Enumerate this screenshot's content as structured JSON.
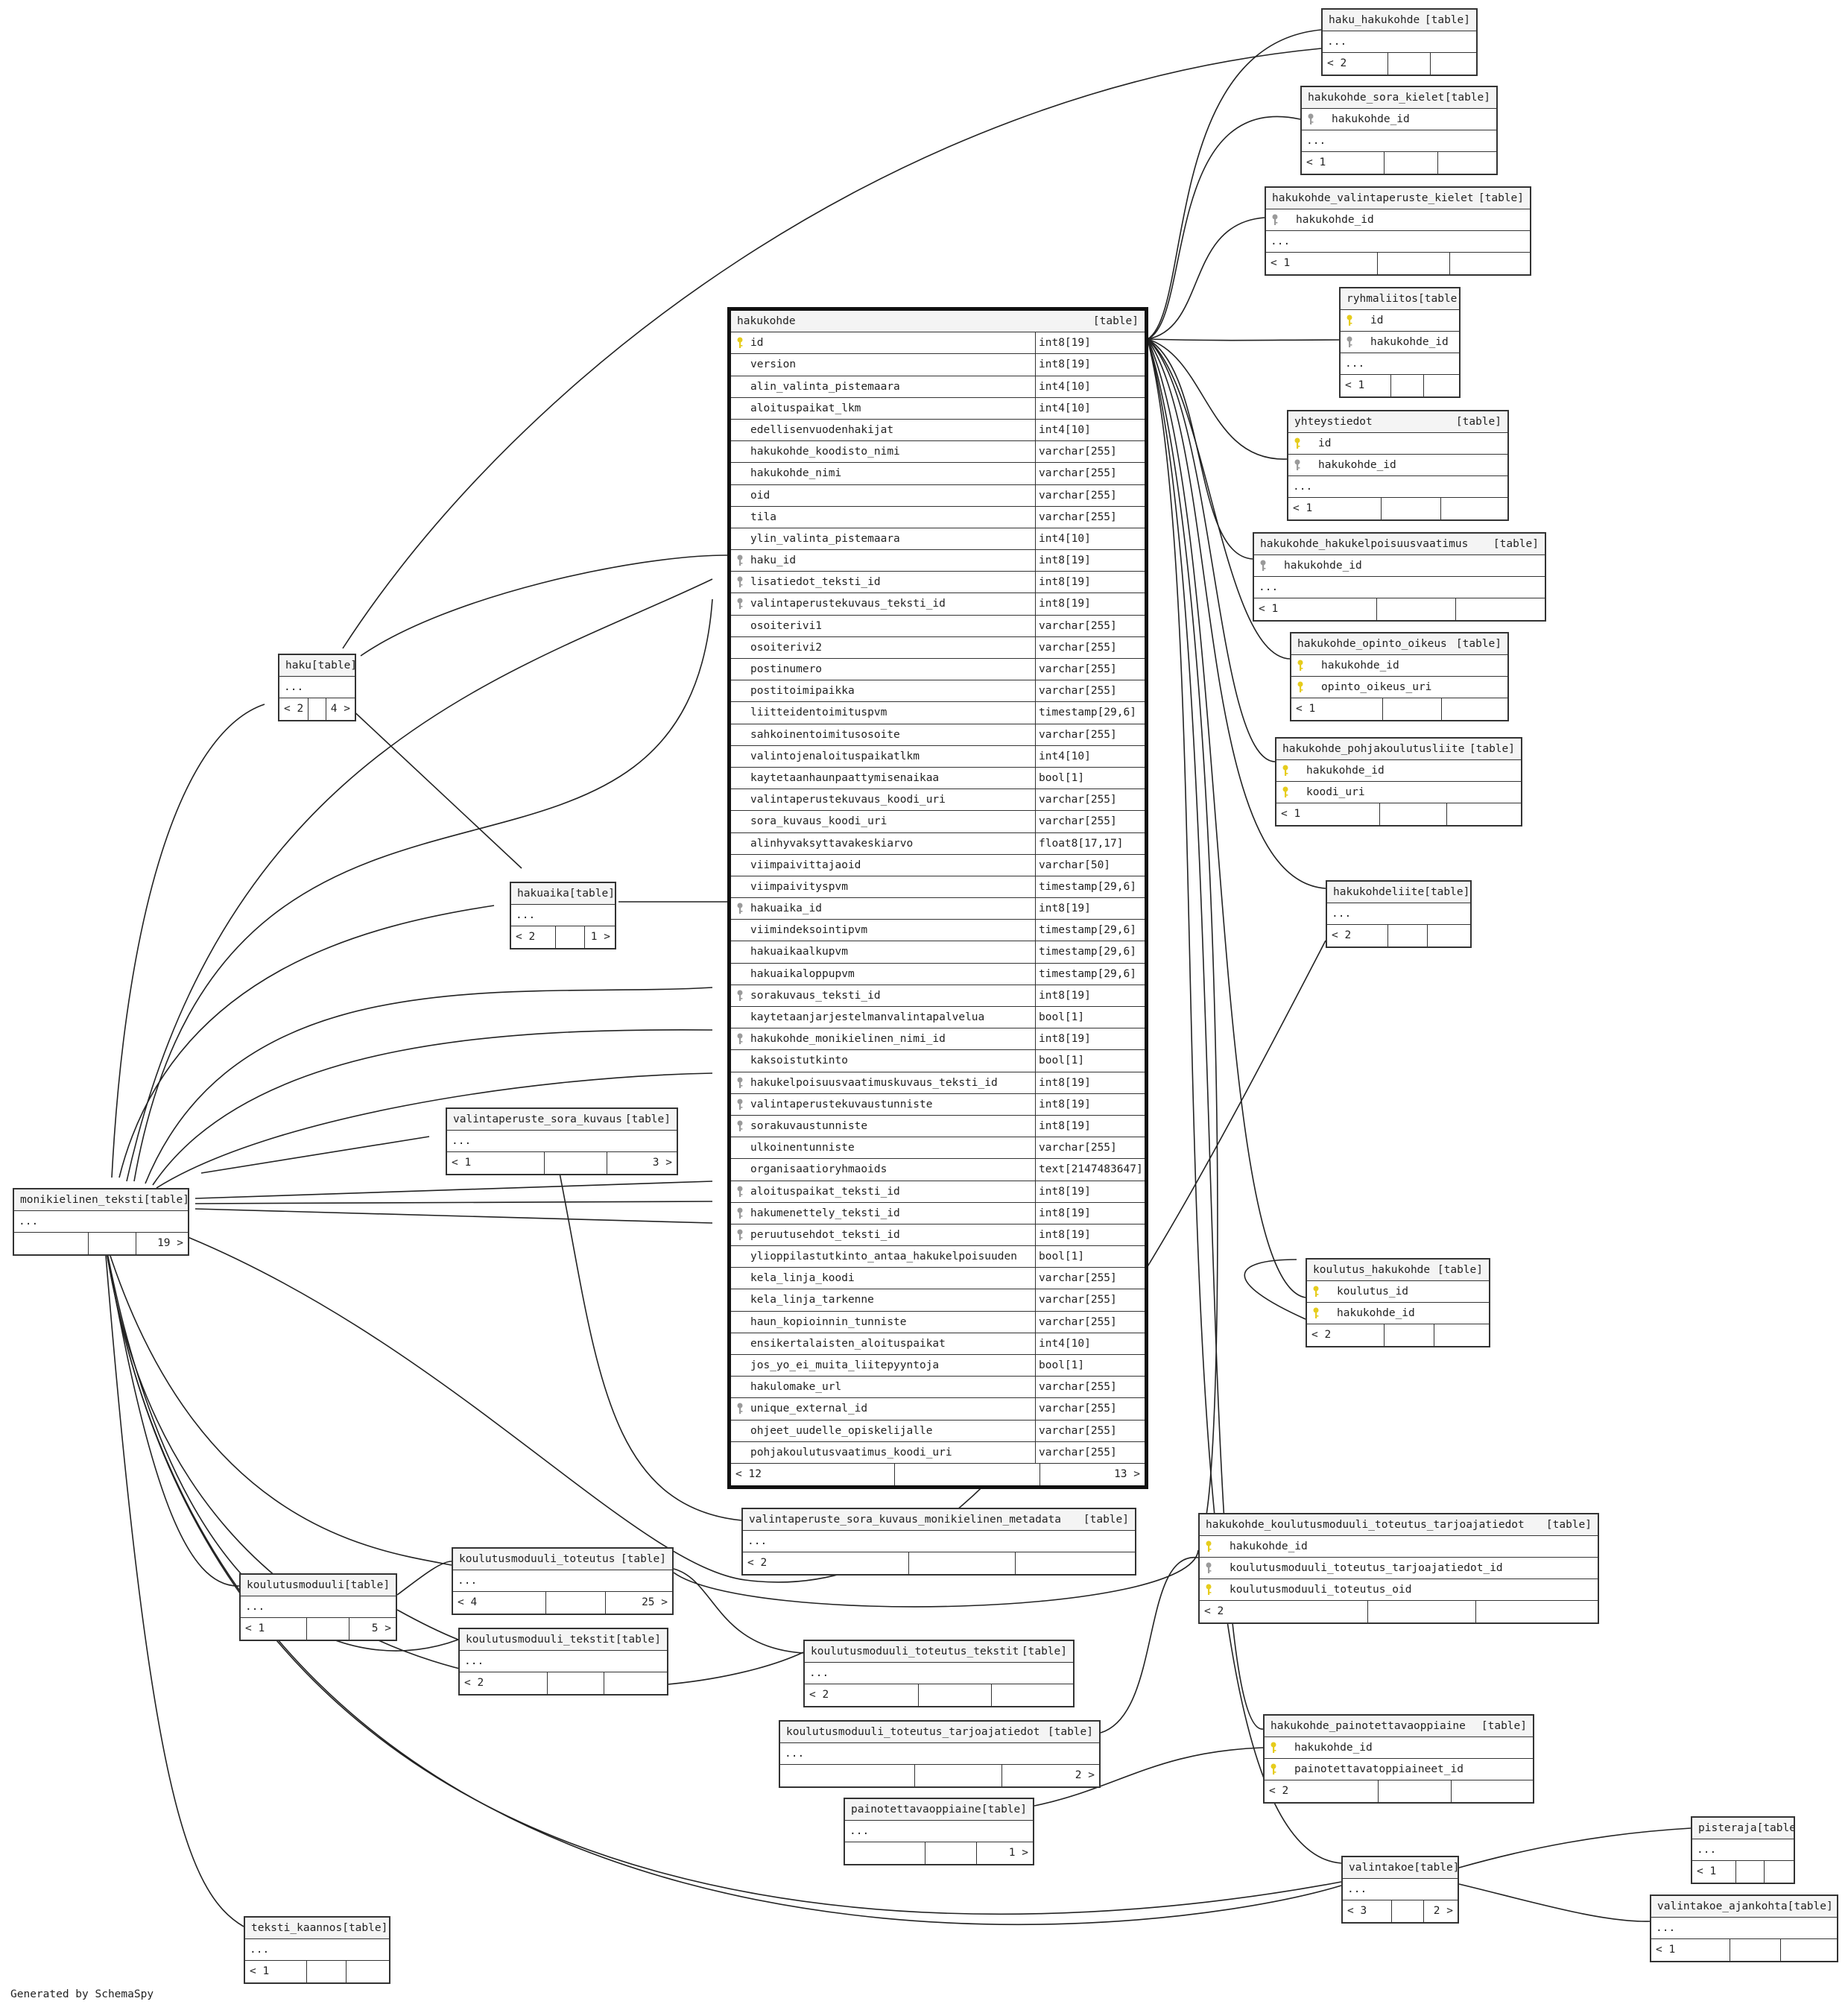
{
  "footer_text": "Generated by SchemaSpy",
  "tables": [
    {
      "id": "haku_hakukohde",
      "name": "haku_hakukohde",
      "tag": "[table]",
      "rows": [
        {
          "n": "...",
          "k": ""
        }
      ],
      "foot": [
        "< 2",
        "",
        ""
      ]
    },
    {
      "id": "hakukohde_sora_kielet",
      "name": "hakukohde_sora_kielet",
      "tag": "[table]",
      "rows": [
        {
          "n": "hakukohde_id",
          "k": "fk"
        },
        {
          "n": "...",
          "k": ""
        }
      ],
      "foot": [
        "< 1",
        "",
        ""
      ]
    },
    {
      "id": "hakukohde_valintaperuste_kielet",
      "name": "hakukohde_valintaperuste_kielet",
      "tag": "[table]",
      "rows": [
        {
          "n": "hakukohde_id",
          "k": "fk"
        },
        {
          "n": "...",
          "k": ""
        }
      ],
      "foot": [
        "< 1",
        "",
        ""
      ]
    },
    {
      "id": "ryhmaliitos",
      "name": "ryhmaliitos",
      "tag": "[table]",
      "rows": [
        {
          "n": "id",
          "k": "pk"
        },
        {
          "n": "hakukohde_id",
          "k": "fk"
        },
        {
          "n": "...",
          "k": ""
        }
      ],
      "foot": [
        "< 1",
        "",
        ""
      ]
    },
    {
      "id": "yhteystiedot",
      "name": "yhteystiedot",
      "tag": "[table]",
      "rows": [
        {
          "n": "id",
          "k": "pk"
        },
        {
          "n": "hakukohde_id",
          "k": "fk"
        },
        {
          "n": "...",
          "k": ""
        }
      ],
      "foot": [
        "< 1",
        "",
        ""
      ]
    },
    {
      "id": "hakukohde_hakukelpoisuusvaatimus",
      "name": "hakukohde_hakukelpoisuusvaatimus",
      "tag": "[table]",
      "rows": [
        {
          "n": "hakukohde_id",
          "k": "fk"
        },
        {
          "n": "...",
          "k": ""
        }
      ],
      "foot": [
        "< 1",
        "",
        ""
      ]
    },
    {
      "id": "hakukohde_opinto_oikeus",
      "name": "hakukohde_opinto_oikeus",
      "tag": "[table]",
      "rows": [
        {
          "n": "hakukohde_id",
          "k": "pk"
        },
        {
          "n": "opinto_oikeus_uri",
          "k": "pk"
        }
      ],
      "foot": [
        "< 1",
        "",
        ""
      ]
    },
    {
      "id": "hakukohde_pohjakoulutusliite",
      "name": "hakukohde_pohjakoulutusliite",
      "tag": "[table]",
      "rows": [
        {
          "n": "hakukohde_id",
          "k": "pk"
        },
        {
          "n": "koodi_uri",
          "k": "pk"
        }
      ],
      "foot": [
        "< 1",
        "",
        ""
      ]
    },
    {
      "id": "hakukohdeliite",
      "name": "hakukohdeliite",
      "tag": "[table]",
      "rows": [
        {
          "n": "...",
          "k": ""
        }
      ],
      "foot": [
        "< 2",
        "",
        ""
      ]
    },
    {
      "id": "koulutus_hakukohde",
      "name": "koulutus_hakukohde",
      "tag": "[table]",
      "rows": [
        {
          "n": "koulutus_id",
          "k": "pk"
        },
        {
          "n": "hakukohde_id",
          "k": "pk"
        }
      ],
      "foot": [
        "< 2",
        "",
        ""
      ]
    },
    {
      "id": "hk_km_tarjoaja",
      "name": "hakukohde_koulutusmoduuli_toteutus_tarjoajatiedot",
      "tag": "[table]",
      "rows": [
        {
          "n": "hakukohde_id",
          "k": "pk"
        },
        {
          "n": "koulutusmoduuli_toteutus_tarjoajatiedot_id",
          "k": "fk"
        },
        {
          "n": "koulutusmoduuli_toteutus_oid",
          "k": "pk"
        }
      ],
      "foot": [
        "< 2",
        "",
        ""
      ]
    },
    {
      "id": "hakukohde_painotettavaoppiaine",
      "name": "hakukohde_painotettavaoppiaine",
      "tag": "[table]",
      "rows": [
        {
          "n": "hakukohde_id",
          "k": "pk"
        },
        {
          "n": "painotettavatoppiaineet_id",
          "k": "pk"
        }
      ],
      "foot": [
        "< 2",
        "",
        ""
      ]
    },
    {
      "id": "pisteraja",
      "name": "pisteraja",
      "tag": "[table]",
      "rows": [
        {
          "n": "...",
          "k": ""
        }
      ],
      "foot": [
        "< 1",
        "",
        ""
      ]
    },
    {
      "id": "valintakoe",
      "name": "valintakoe",
      "tag": "[table]",
      "rows": [
        {
          "n": "...",
          "k": ""
        }
      ],
      "foot": [
        "< 3",
        "",
        "2 >"
      ]
    },
    {
      "id": "valintakoe_ajankohta",
      "name": "valintakoe_ajankohta",
      "tag": "[table]",
      "rows": [
        {
          "n": "...",
          "k": ""
        }
      ],
      "foot": [
        "< 1",
        "",
        ""
      ]
    },
    {
      "id": "haku",
      "name": "haku",
      "tag": "[table]",
      "rows": [
        {
          "n": "...",
          "k": ""
        }
      ],
      "foot": [
        "< 2",
        "",
        "4 >"
      ]
    },
    {
      "id": "hakuaika",
      "name": "hakuaika",
      "tag": "[table]",
      "rows": [
        {
          "n": "...",
          "k": ""
        }
      ],
      "foot": [
        "< 2",
        "",
        "1 >"
      ]
    },
    {
      "id": "valintaperuste_sora_kuvaus",
      "name": "valintaperuste_sora_kuvaus",
      "tag": "[table]",
      "rows": [
        {
          "n": "...",
          "k": ""
        }
      ],
      "foot": [
        "< 1",
        "",
        "3 >"
      ]
    },
    {
      "id": "monikielinen_teksti",
      "name": "monikielinen_teksti",
      "tag": "[table]",
      "rows": [
        {
          "n": "...",
          "k": ""
        }
      ],
      "foot": [
        "",
        "",
        "19 >"
      ]
    },
    {
      "id": "vsk_meta",
      "name": "valintaperuste_sora_kuvaus_monikielinen_metadata",
      "tag": "[table]",
      "rows": [
        {
          "n": "...",
          "k": ""
        }
      ],
      "foot": [
        "< 2",
        "",
        ""
      ]
    },
    {
      "id": "koulutusmoduuli",
      "name": "koulutusmoduuli",
      "tag": "[table]",
      "rows": [
        {
          "n": "...",
          "k": ""
        }
      ],
      "foot": [
        "< 1",
        "",
        "5 >"
      ]
    },
    {
      "id": "koulutusmoduuli_toteutus",
      "name": "koulutusmoduuli_toteutus",
      "tag": "[table]",
      "rows": [
        {
          "n": "...",
          "k": ""
        }
      ],
      "foot": [
        "< 4",
        "",
        "25 >"
      ]
    },
    {
      "id": "koulutusmoduuli_tekstit",
      "name": "koulutusmoduuli_tekstit",
      "tag": "[table]",
      "rows": [
        {
          "n": "...",
          "k": ""
        }
      ],
      "foot": [
        "< 2",
        "",
        ""
      ]
    },
    {
      "id": "koulutusmoduuli_toteutus_tekstit",
      "name": "koulutusmoduuli_toteutus_tekstit",
      "tag": "[table]",
      "rows": [
        {
          "n": "...",
          "k": ""
        }
      ],
      "foot": [
        "< 2",
        "",
        ""
      ]
    },
    {
      "id": "koulutusmoduuli_toteutus_tarjoajatiedot",
      "name": "koulutusmoduuli_toteutus_tarjoajatiedot",
      "tag": "[table]",
      "rows": [
        {
          "n": "...",
          "k": ""
        }
      ],
      "foot": [
        "",
        "",
        "2 >"
      ]
    },
    {
      "id": "painotettavaoppiaine",
      "name": "painotettavaoppiaine",
      "tag": "[table]",
      "rows": [
        {
          "n": "...",
          "k": ""
        }
      ],
      "foot": [
        "",
        "",
        "1 >"
      ]
    },
    {
      "id": "teksti_kaannos",
      "name": "teksti_kaannos",
      "tag": "[table]",
      "rows": [
        {
          "n": "...",
          "k": ""
        }
      ],
      "foot": [
        "< 1",
        "",
        ""
      ]
    }
  ],
  "main_table": {
    "name": "hakukohde",
    "tag": "[table]",
    "columns": [
      {
        "n": "id",
        "t": "int8[19]",
        "k": "pk"
      },
      {
        "n": "version",
        "t": "int8[19]",
        "k": ""
      },
      {
        "n": "alin_valinta_pistemaara",
        "t": "int4[10]",
        "k": ""
      },
      {
        "n": "aloituspaikat_lkm",
        "t": "int4[10]",
        "k": ""
      },
      {
        "n": "edellisenvuodenhakijat",
        "t": "int4[10]",
        "k": ""
      },
      {
        "n": "hakukohde_koodisto_nimi",
        "t": "varchar[255]",
        "k": ""
      },
      {
        "n": "hakukohde_nimi",
        "t": "varchar[255]",
        "k": ""
      },
      {
        "n": "oid",
        "t": "varchar[255]",
        "k": ""
      },
      {
        "n": "tila",
        "t": "varchar[255]",
        "k": ""
      },
      {
        "n": "ylin_valinta_pistemaara",
        "t": "int4[10]",
        "k": ""
      },
      {
        "n": "haku_id",
        "t": "int8[19]",
        "k": "fk"
      },
      {
        "n": "lisatiedot_teksti_id",
        "t": "int8[19]",
        "k": "fk"
      },
      {
        "n": "valintaperustekuvaus_teksti_id",
        "t": "int8[19]",
        "k": "fk"
      },
      {
        "n": "osoiterivi1",
        "t": "varchar[255]",
        "k": ""
      },
      {
        "n": "osoiterivi2",
        "t": "varchar[255]",
        "k": ""
      },
      {
        "n": "postinumero",
        "t": "varchar[255]",
        "k": ""
      },
      {
        "n": "postitoimipaikka",
        "t": "varchar[255]",
        "k": ""
      },
      {
        "n": "liitteidentoimituspvm",
        "t": "timestamp[29,6]",
        "k": ""
      },
      {
        "n": "sahkoinentoimitusosoite",
        "t": "varchar[255]",
        "k": ""
      },
      {
        "n": "valintojenaloituspaikatlkm",
        "t": "int4[10]",
        "k": ""
      },
      {
        "n": "kaytetaanhaunpaattymisenaikaa",
        "t": "bool[1]",
        "k": ""
      },
      {
        "n": "valintaperustekuvaus_koodi_uri",
        "t": "varchar[255]",
        "k": ""
      },
      {
        "n": "sora_kuvaus_koodi_uri",
        "t": "varchar[255]",
        "k": ""
      },
      {
        "n": "alinhyvaksyttavakeskiarvo",
        "t": "float8[17,17]",
        "k": ""
      },
      {
        "n": "viimpaivittajaoid",
        "t": "varchar[50]",
        "k": ""
      },
      {
        "n": "viimpaivityspvm",
        "t": "timestamp[29,6]",
        "k": ""
      },
      {
        "n": "hakuaika_id",
        "t": "int8[19]",
        "k": "fk"
      },
      {
        "n": "viimindeksointipvm",
        "t": "timestamp[29,6]",
        "k": ""
      },
      {
        "n": "hakuaikaalkupvm",
        "t": "timestamp[29,6]",
        "k": ""
      },
      {
        "n": "hakuaikaloppupvm",
        "t": "timestamp[29,6]",
        "k": ""
      },
      {
        "n": "sorakuvaus_teksti_id",
        "t": "int8[19]",
        "k": "fk"
      },
      {
        "n": "kaytetaanjarjestelmanvalintapalvelua",
        "t": "bool[1]",
        "k": ""
      },
      {
        "n": "hakukohde_monikielinen_nimi_id",
        "t": "int8[19]",
        "k": "fk"
      },
      {
        "n": "kaksoistutkinto",
        "t": "bool[1]",
        "k": ""
      },
      {
        "n": "hakukelpoisuusvaatimuskuvaus_teksti_id",
        "t": "int8[19]",
        "k": "fk"
      },
      {
        "n": "valintaperustekuvaustunniste",
        "t": "int8[19]",
        "k": "fk"
      },
      {
        "n": "sorakuvaustunniste",
        "t": "int8[19]",
        "k": "fk"
      },
      {
        "n": "ulkoinentunniste",
        "t": "varchar[255]",
        "k": ""
      },
      {
        "n": "organisaatioryhmaoids",
        "t": "text[2147483647]",
        "k": ""
      },
      {
        "n": "aloituspaikat_teksti_id",
        "t": "int8[19]",
        "k": "fk"
      },
      {
        "n": "hakumenettely_teksti_id",
        "t": "int8[19]",
        "k": "fk"
      },
      {
        "n": "peruutusehdot_teksti_id",
        "t": "int8[19]",
        "k": "fk"
      },
      {
        "n": "ylioppilastutkinto_antaa_hakukelpoisuuden",
        "t": "bool[1]",
        "k": ""
      },
      {
        "n": "kela_linja_koodi",
        "t": "varchar[255]",
        "k": ""
      },
      {
        "n": "kela_linja_tarkenne",
        "t": "varchar[255]",
        "k": ""
      },
      {
        "n": "haun_kopioinnin_tunniste",
        "t": "varchar[255]",
        "k": ""
      },
      {
        "n": "ensikertalaisten_aloituspaikat",
        "t": "int4[10]",
        "k": ""
      },
      {
        "n": "jos_yo_ei_muita_liitepyyntoja",
        "t": "bool[1]",
        "k": ""
      },
      {
        "n": "hakulomake_url",
        "t": "varchar[255]",
        "k": ""
      },
      {
        "n": "unique_external_id",
        "t": "varchar[255]",
        "k": "fk"
      },
      {
        "n": "ohjeet_uudelle_opiskelijalle",
        "t": "varchar[255]",
        "k": ""
      },
      {
        "n": "pohjakoulutusvaatimus_koodi_uri",
        "t": "varchar[255]",
        "k": ""
      }
    ],
    "foot": [
      "< 12",
      "13 >"
    ]
  }
}
